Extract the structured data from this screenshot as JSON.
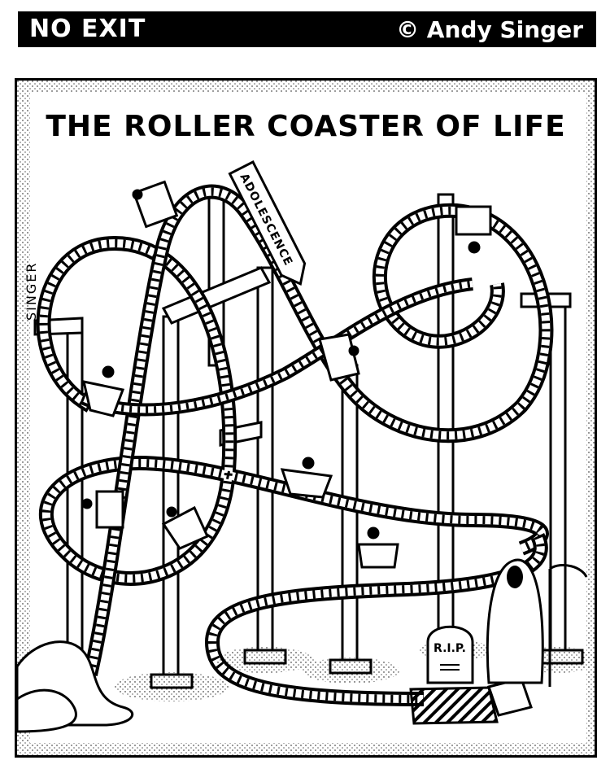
{
  "header": {
    "series": "NO EXIT",
    "copyright": "© Andy Singer"
  },
  "cartoon": {
    "title": "THE ROLLER COASTER OF LIFE",
    "signature": "SINGER",
    "sign_label": "ADOLESCENCE",
    "tombstone_text": "R.I.P."
  },
  "colors": {
    "ink": "#000000",
    "paper": "#ffffff"
  }
}
